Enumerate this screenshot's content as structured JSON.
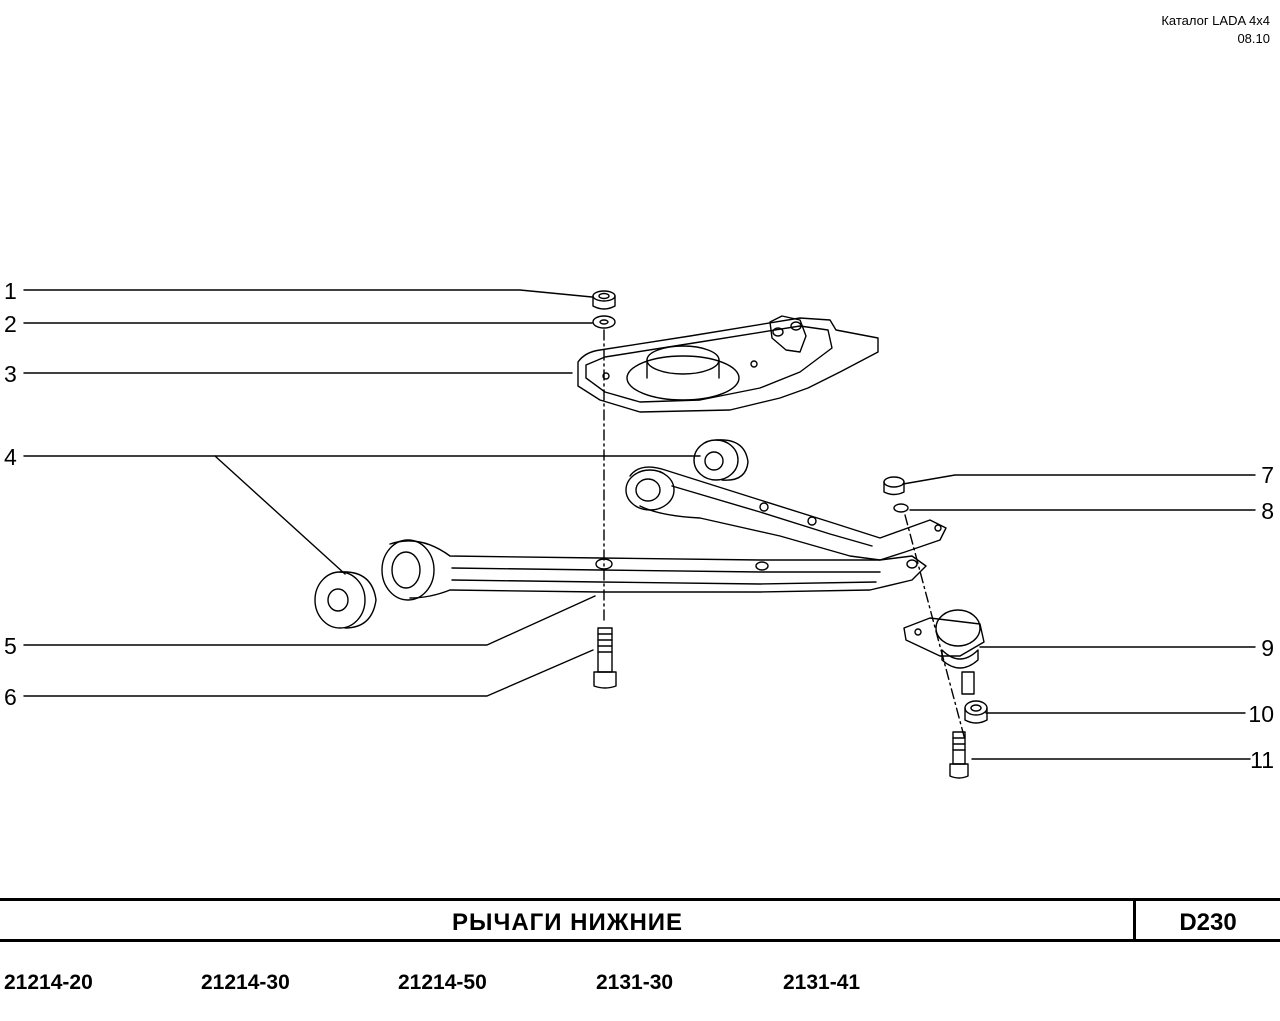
{
  "header": {
    "catalog": "Каталог  LADA  4x4",
    "date": "08.10"
  },
  "callouts_left": [
    "1",
    "2",
    "3",
    "4",
    "5",
    "6"
  ],
  "callouts_right": [
    "7",
    "8",
    "9",
    "10",
    "11"
  ],
  "title_bar": {
    "title": "РЫЧАГИ   НИЖНИЕ",
    "code": "D230"
  },
  "models": [
    "21214-20",
    "21214-30",
    "21214-50",
    "2131-30",
    "2131-41"
  ]
}
